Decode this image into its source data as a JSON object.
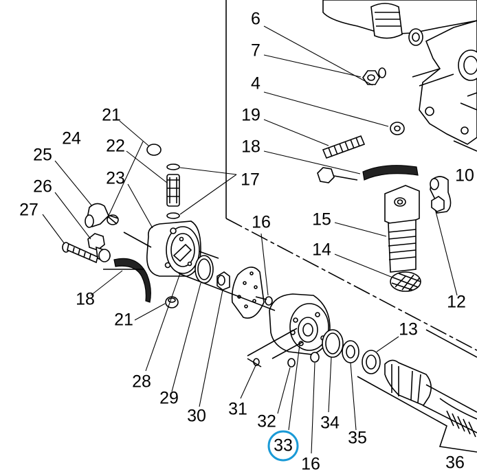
{
  "diagram": {
    "labels": [
      {
        "id": "l6",
        "text": "6"
      },
      {
        "id": "l7",
        "text": "7"
      },
      {
        "id": "l4",
        "text": "4"
      },
      {
        "id": "l19",
        "text": "19"
      },
      {
        "id": "l18a",
        "text": "18"
      },
      {
        "id": "l10",
        "text": "10"
      },
      {
        "id": "l15",
        "text": "15"
      },
      {
        "id": "l14",
        "text": "14"
      },
      {
        "id": "l12",
        "text": "12"
      },
      {
        "id": "l13",
        "text": "13"
      },
      {
        "id": "l21a",
        "text": "21"
      },
      {
        "id": "l22",
        "text": "22"
      },
      {
        "id": "l24",
        "text": "24"
      },
      {
        "id": "l25",
        "text": "25"
      },
      {
        "id": "l23",
        "text": "23"
      },
      {
        "id": "l17",
        "text": "17"
      },
      {
        "id": "l26",
        "text": "26"
      },
      {
        "id": "l27",
        "text": "27"
      },
      {
        "id": "l16a",
        "text": "16"
      },
      {
        "id": "l18b",
        "text": "18"
      },
      {
        "id": "l21b",
        "text": "21"
      },
      {
        "id": "l28",
        "text": "28"
      },
      {
        "id": "l29",
        "text": "29"
      },
      {
        "id": "l30",
        "text": "30"
      },
      {
        "id": "l31",
        "text": "31"
      },
      {
        "id": "l32",
        "text": "32"
      },
      {
        "id": "l33",
        "text": "33"
      },
      {
        "id": "l16b",
        "text": "16"
      },
      {
        "id": "l34",
        "text": "34"
      },
      {
        "id": "l35",
        "text": "35"
      },
      {
        "id": "l36",
        "text": "36"
      }
    ],
    "highlight_color": "#1a9ad6"
  }
}
